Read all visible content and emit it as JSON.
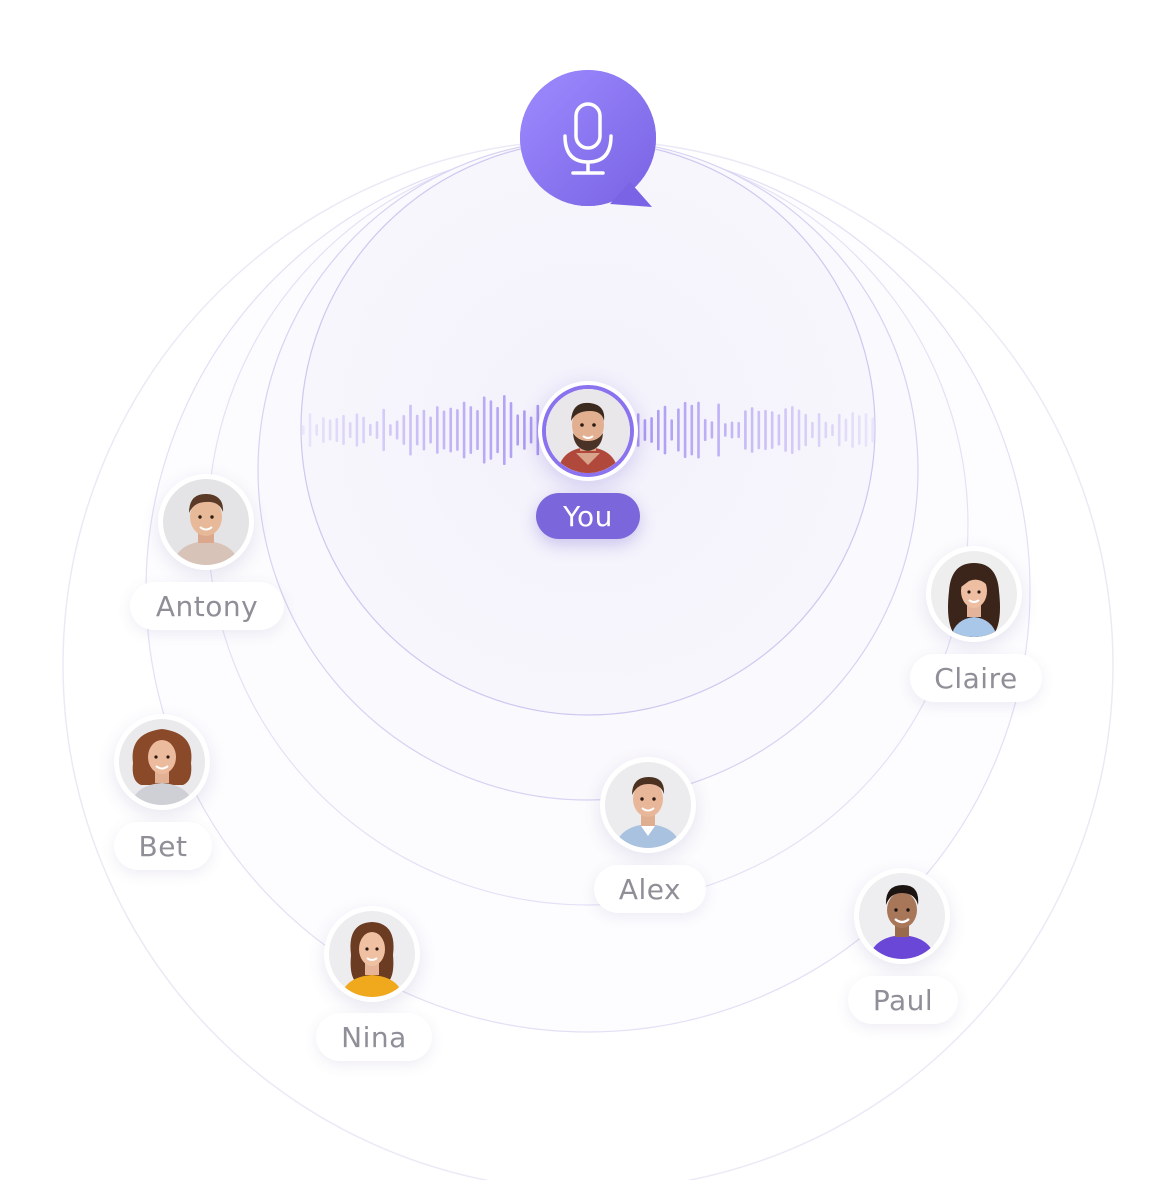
{
  "app": {
    "accent_color": "#8b72ef",
    "bubble_icon": "microphone-icon"
  },
  "me": {
    "label": "You",
    "avatar": "user-avatar-you",
    "status": "speaking"
  },
  "participants": [
    {
      "id": "antony",
      "name": "Antony"
    },
    {
      "id": "claire",
      "name": "Claire"
    },
    {
      "id": "bet",
      "name": "Bet"
    },
    {
      "id": "alex",
      "name": "Alex"
    },
    {
      "id": "nina",
      "name": "Nina"
    },
    {
      "id": "paul",
      "name": "Paul"
    }
  ]
}
